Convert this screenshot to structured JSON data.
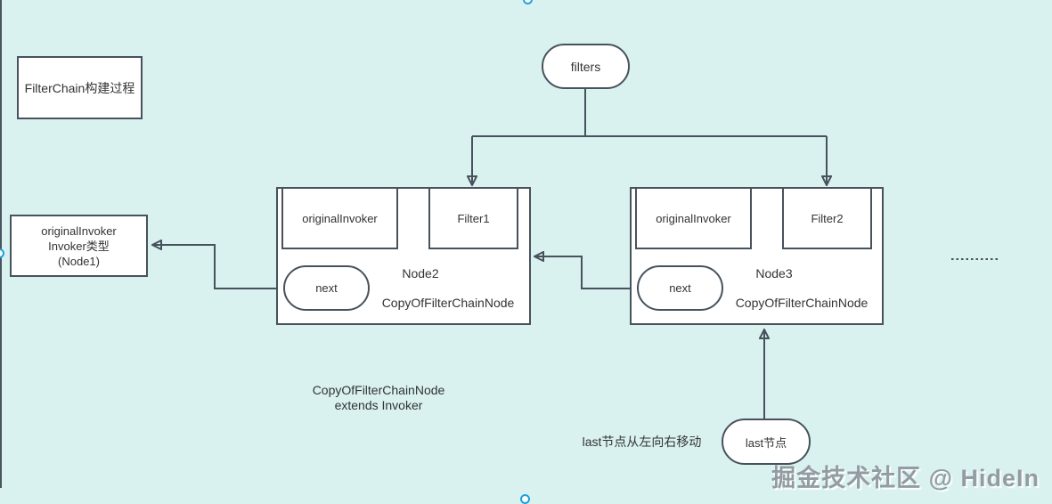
{
  "diagram": {
    "title_box": {
      "label": "FilterChain构建过程"
    },
    "filters_node": {
      "label": "filters"
    },
    "node1": {
      "line1": "originalInvoker",
      "line2": "Invoker类型",
      "line3": "(Node1)"
    },
    "chain_nodes": [
      {
        "title": "Node2",
        "invoker": "originalInvoker",
        "filter": "Filter1",
        "next": "next",
        "class_name": "CopyOfFilterChainNode"
      },
      {
        "title": "Node3",
        "invoker": "originalInvoker",
        "filter": "Filter2",
        "next": "next",
        "class_name": "CopyOfFilterChainNode"
      }
    ],
    "notes": {
      "extends_line1": "CopyOfFilterChainNode",
      "extends_line2": "extends Invoker",
      "last_move": "last节点从左向右移动",
      "last_node_label": "last节点"
    },
    "watermark": "掘金技术社区 @ HideIn",
    "colors": {
      "background": "#d9f2f0",
      "stroke": "#47525c",
      "shape_fill": "#ffffff",
      "text": "#333333",
      "handle_blue": "#1ba1e2",
      "watermark_gray": "#7a838a"
    }
  }
}
